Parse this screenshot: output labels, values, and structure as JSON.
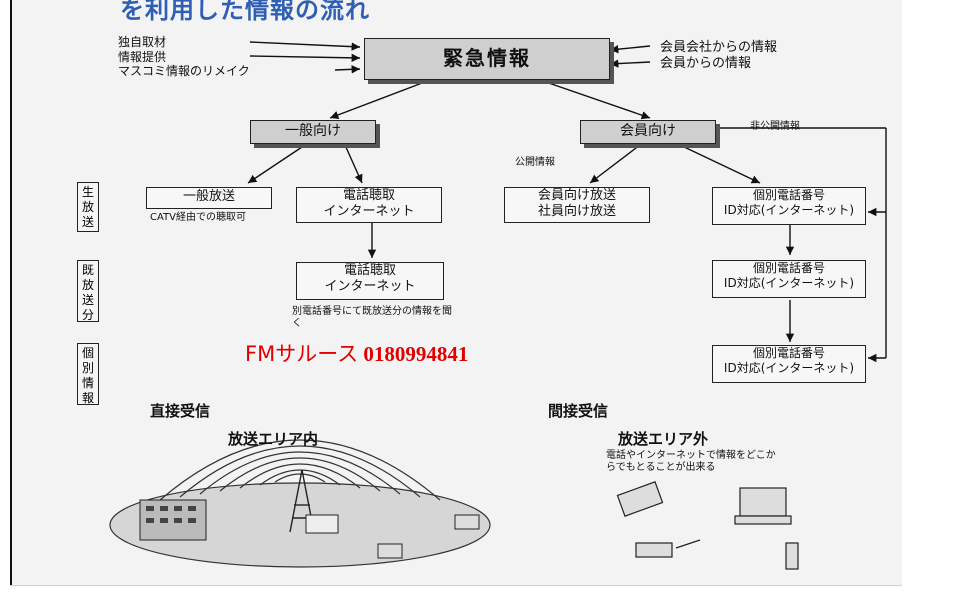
{
  "header": {
    "cutoff_text": "を利用した情報の流れ"
  },
  "top": {
    "left_inputs": [
      "独自取材",
      "情報提供",
      "マスコミ情報のリメイク"
    ],
    "center_title": "緊急情報",
    "right_inputs": [
      "会員会社からの情報",
      "会員からの情報"
    ]
  },
  "branches": {
    "general": "一般向け",
    "member": "会員向け",
    "public_label": "公開情報",
    "private_label": "非公開情報"
  },
  "left_column": [
    "生放送",
    "既放送分",
    "個別情報"
  ],
  "boxes": {
    "general_broadcast": "一般放送",
    "catv_note": "CATV経由での聴取可",
    "phone_internet_1": "電話聴取\nインターネット",
    "phone_internet_2": "電話聴取\nインターネット",
    "phone_note": "別電話番号にて既放送分の情報を聞く",
    "member_broadcast": "会員向け放送\n社員向け放送",
    "individual_1": "個別電話番号\nID対応(インターネット)",
    "individual_2": "個別電話番号\nID対応(インターネット)",
    "individual_3": "個別電話番号\nID対応(インターネット)"
  },
  "overlay": {
    "fm_text": "FMサルース",
    "phone": "0180994841"
  },
  "bottom": {
    "direct": "直接受信",
    "area_in": "放送エリア内",
    "indirect": "間接受信",
    "area_out": "放送エリア外",
    "area_out_note": "電話やインターネットで情報をどこからでもとることが出来る"
  }
}
